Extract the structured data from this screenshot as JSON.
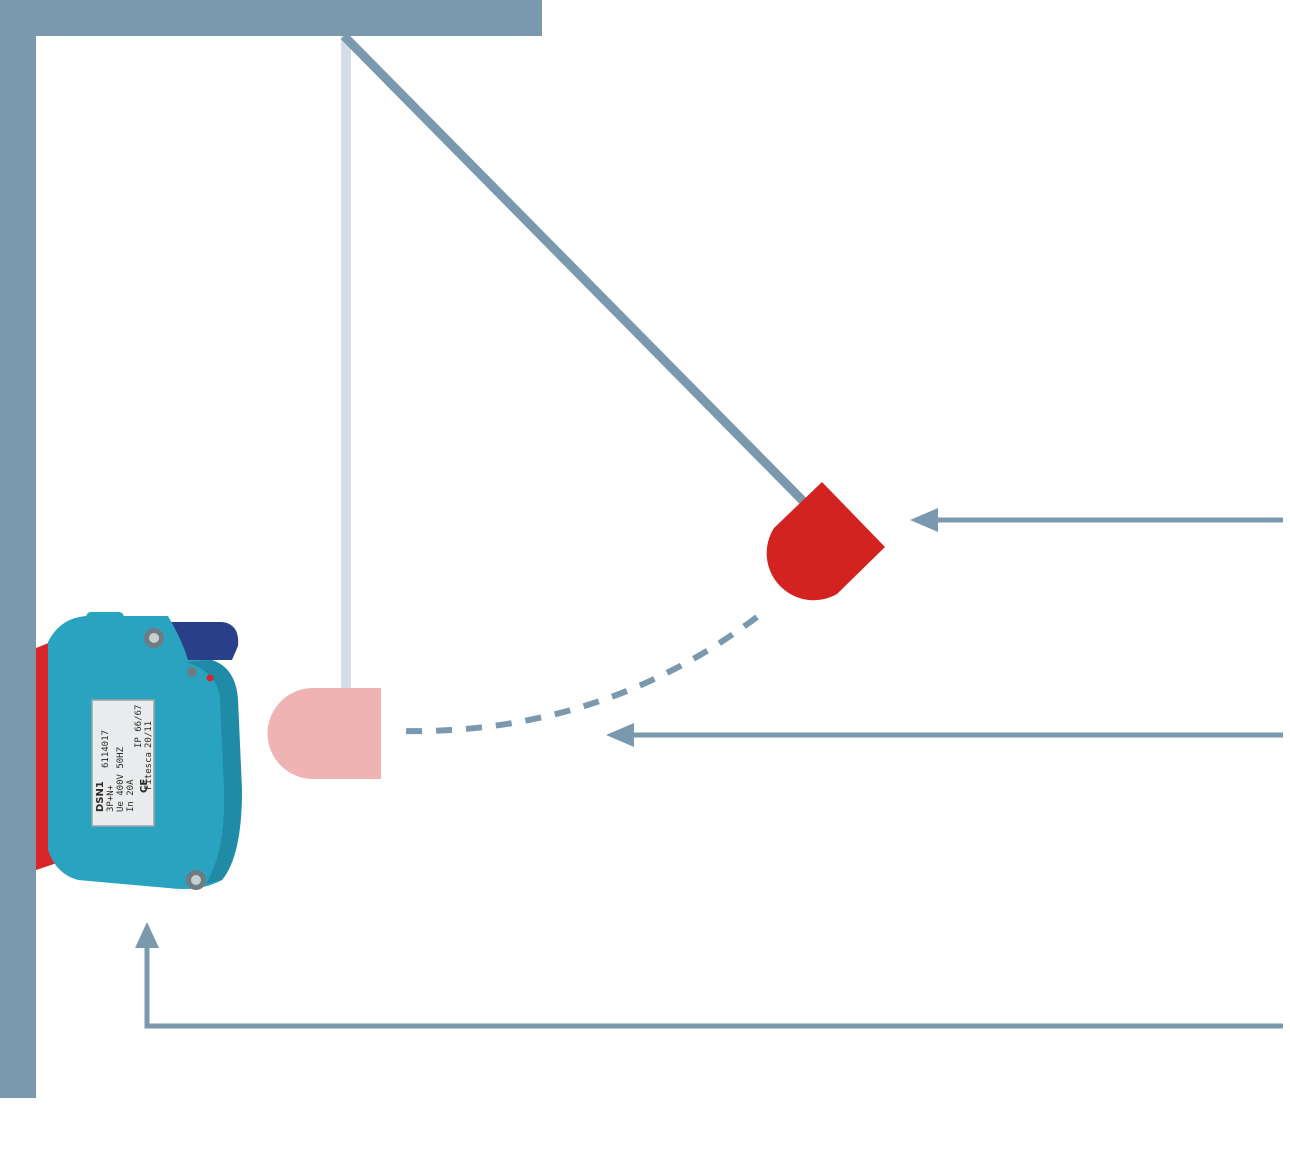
{
  "colors": {
    "frame": "#7a98ae",
    "pendulum_rest": "#d3dde6",
    "pendulum_swing": "#7a98ae",
    "bob_raised": "#d22321",
    "bob_rest": "#f0b3b3",
    "socket_body": "#2aa3c0",
    "socket_red": "#d8262a",
    "socket_lever": "#2a3f8a",
    "arrow": "#7a98ae"
  },
  "socket_label": {
    "line1": "DSN1",
    "line2": "3P+N+",
    "line3": "Ue 400V 50HZ",
    "line4": "In 20A",
    "code": "6114017",
    "rating": "IP 66/67",
    "serial": "20/11",
    "ce_mark": "CE",
    "brand": "Fitesca"
  }
}
